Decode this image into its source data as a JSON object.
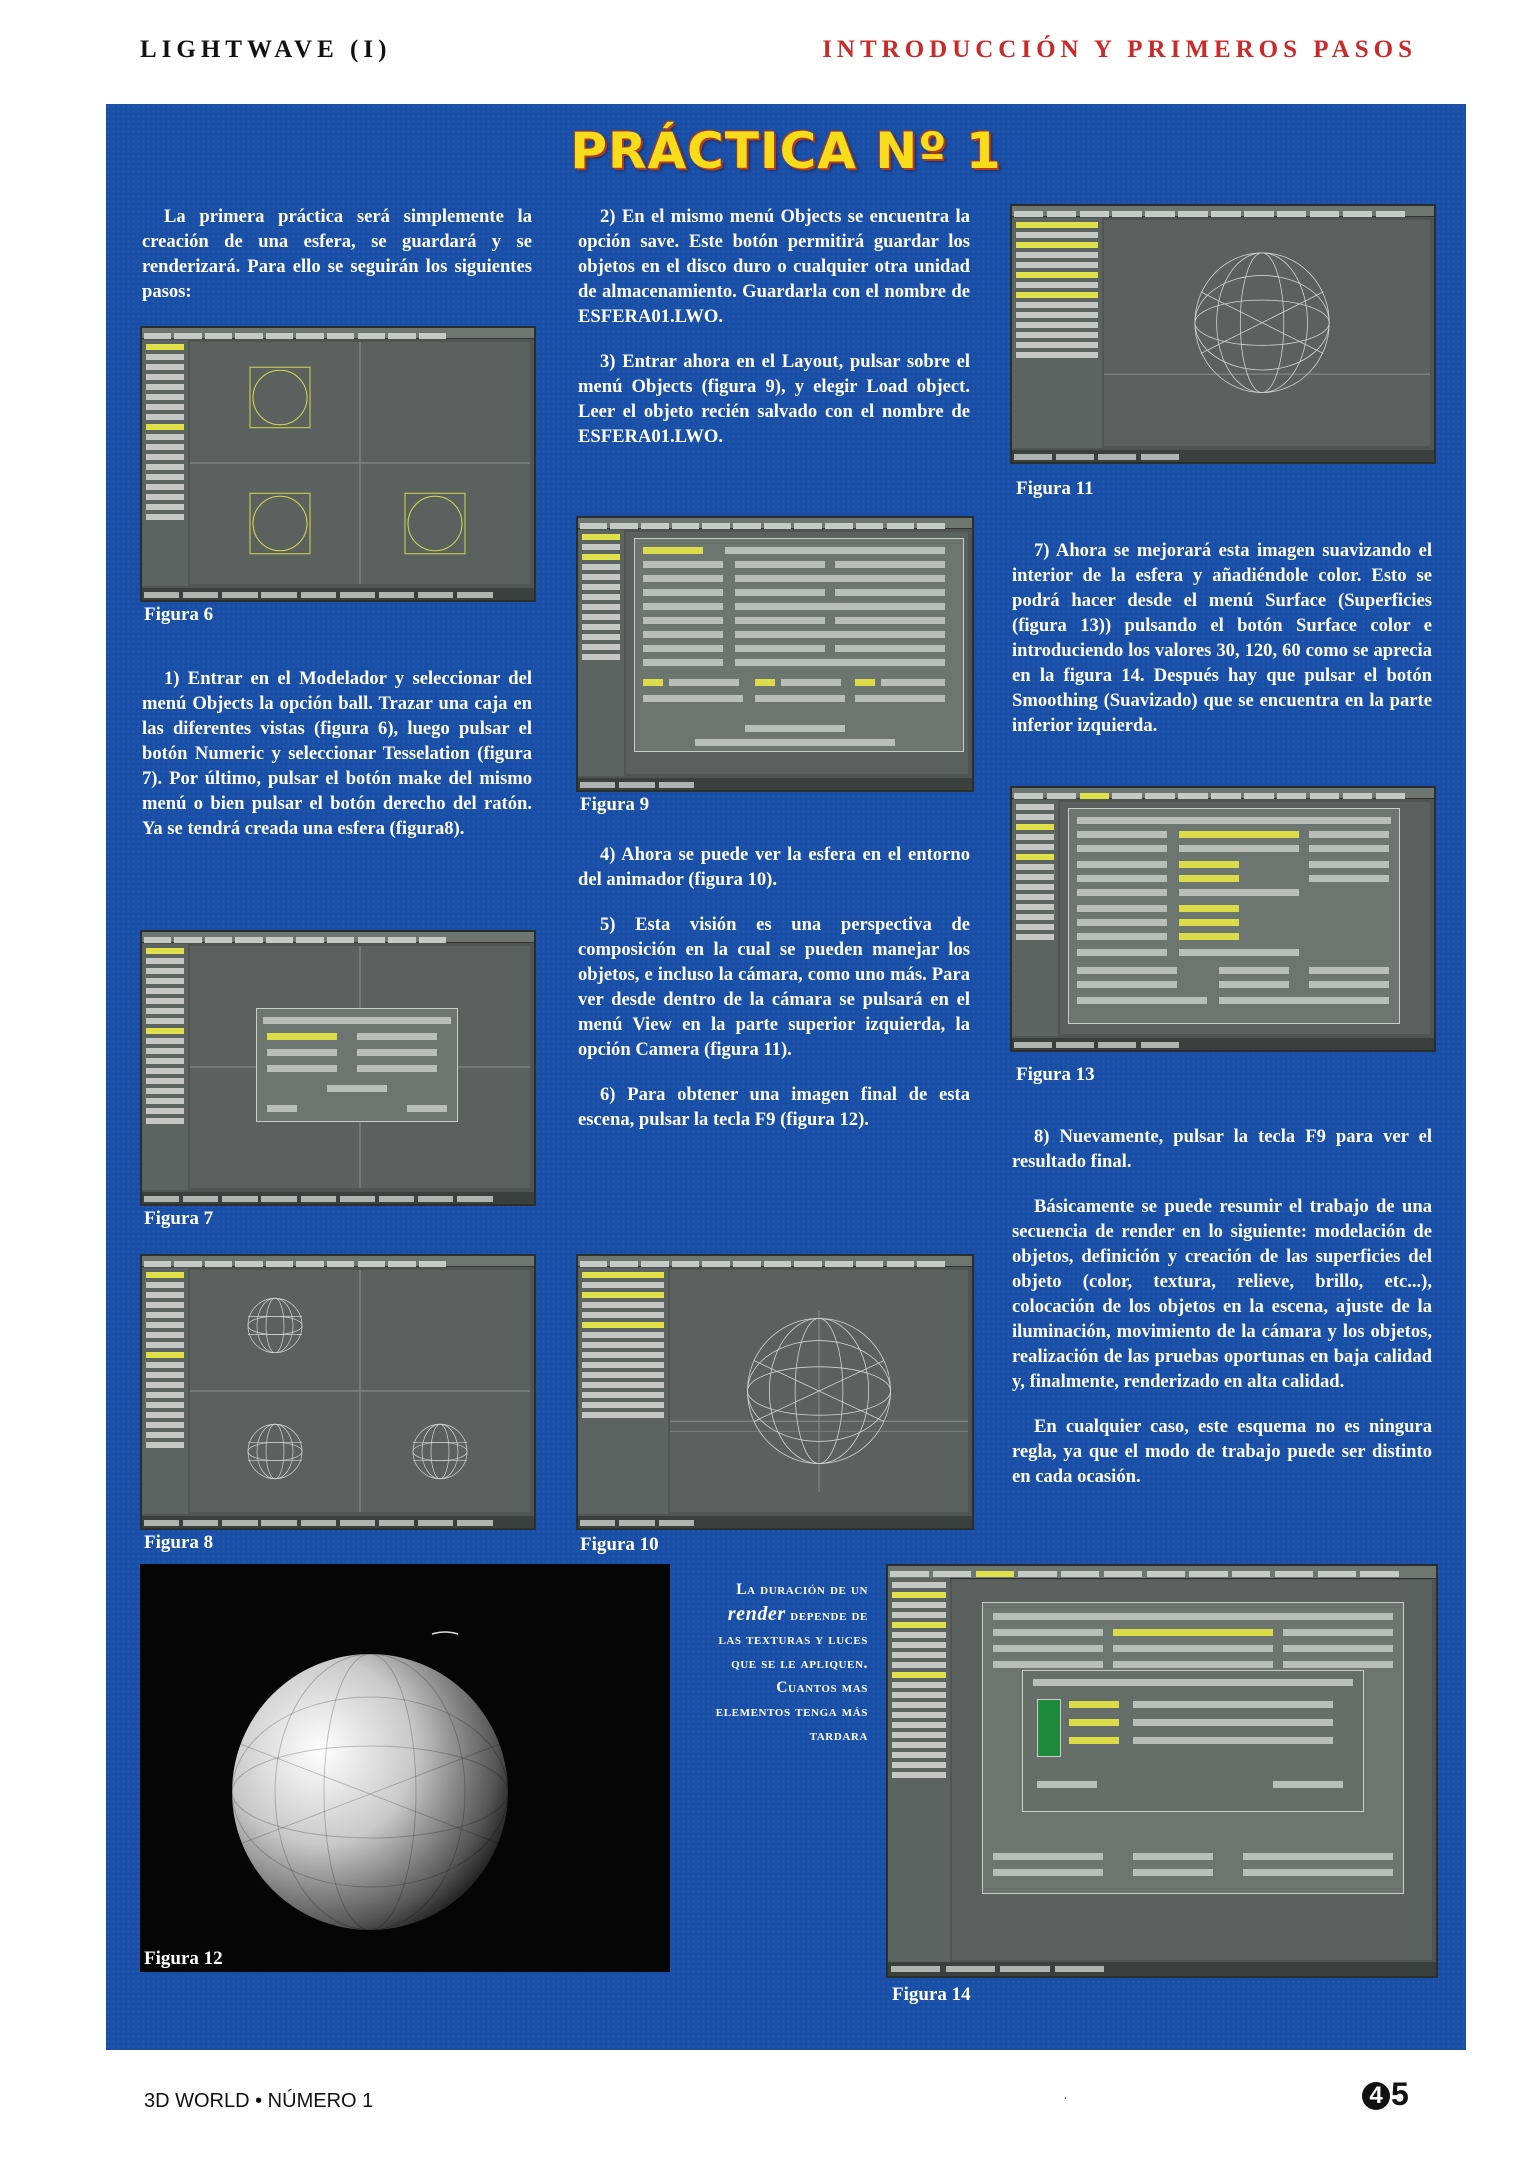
{
  "header": {
    "left": "LIGHTWAVE (I)",
    "right": "INTRODUCCIÓN Y PRIMEROS PASOS"
  },
  "title": "PRÁCTICA Nº 1",
  "paragraphs": {
    "intro": "La primera práctica será simplemente la creación de una esfera, se guardará y se renderizará. Para ello se seguirán los siguientes pasos:",
    "step1": "1) Entrar en el Modelador y seleccionar del menú Objects la opción ball. Trazar una caja en las diferentes vistas (figura 6), luego pulsar el botón Numeric y seleccionar Tesselation (figura 7). Por último, pulsar el botón make del mismo menú o bien pulsar el botón derecho del ratón. Ya se tendrá creada una esfera (figura8).",
    "step2": "2) En el mismo menú Objects se encuentra la opción save. Este botón permitirá guardar los objetos en el disco duro o cualquier otra unidad de almacenamiento. Guardarla con el nombre de ESFERA01.LWO.",
    "step3": "3) Entrar ahora en el Layout, pulsar sobre el menú Objects (figura 9), y elegir Load object. Leer el objeto recién salvado con el nombre de ESFERA01.LWO.",
    "step4": "4) Ahora se puede ver la esfera en el entorno del animador (figura 10).",
    "step5": "5) Esta visión es una perspectiva de composición en la cual se pueden manejar los objetos, e incluso la cámara, como uno más. Para ver desde dentro de la cámara se pulsará en el menú View en la parte superior izquierda, la opción Camera (figura 11).",
    "step6": "6) Para obtener una imagen final de esta escena, pulsar la tecla F9 (figura 12).",
    "step7": "7) Ahora se mejorará esta imagen suavizando el interior de la esfera y añadiéndole color. Esto se podrá hacer desde el menú Surface (Superficies (figura 13)) pulsando el botón Surface color e introduciendo los valores 30, 120, 60 como se aprecia en la figura 14. Después hay que pulsar el botón Smoothing (Suavizado) que se encuentra en la parte inferior izquierda.",
    "step8": "8) Nuevamente, pulsar la tecla F9 para ver el resultado final.",
    "summary": "Básicamente se puede resumir el trabajo de una secuencia de render en lo siguiente: modelación de objetos, definición y creación de las superficies del objeto (color, textura, relieve, brillo, etc...), colocación de los objetos en la escena, ajuste de la iluminación, movimiento de la cámara y los objetos, realización de las pruebas oportunas en baja calidad y, finalmente, renderizado en alta calidad.",
    "closing": "En cualquier caso, este esquema no es ningura regla, ya que el modo de trabajo puede ser distinto en cada ocasión."
  },
  "captions": {
    "fig6": "Figura 6",
    "fig7": "Figura 7",
    "fig8": "Figura 8",
    "fig9": "Figura 9",
    "fig10": "Figura 10",
    "fig11": "Figura 11",
    "fig12": "Figura 12",
    "fig13": "Figura 13",
    "fig14": "Figura 14"
  },
  "pullquote": {
    "line1": "La duración de un",
    "emph": "render",
    "line2": "depende de las texturas y luces que se le apliquen. Cuantos mas elementos tenga más tardara"
  },
  "footer": {
    "publication": "3D WORLD • NÚMERO 1",
    "dot": "·",
    "page_digit_circled": "4",
    "page_digit": "5"
  },
  "colors": {
    "panel": "#1a4fa8",
    "title": "#f6dd1c",
    "header_right": "#cc2a2a",
    "ui_gray": "#4e5553",
    "ui_highlight": "#e0e04a"
  }
}
